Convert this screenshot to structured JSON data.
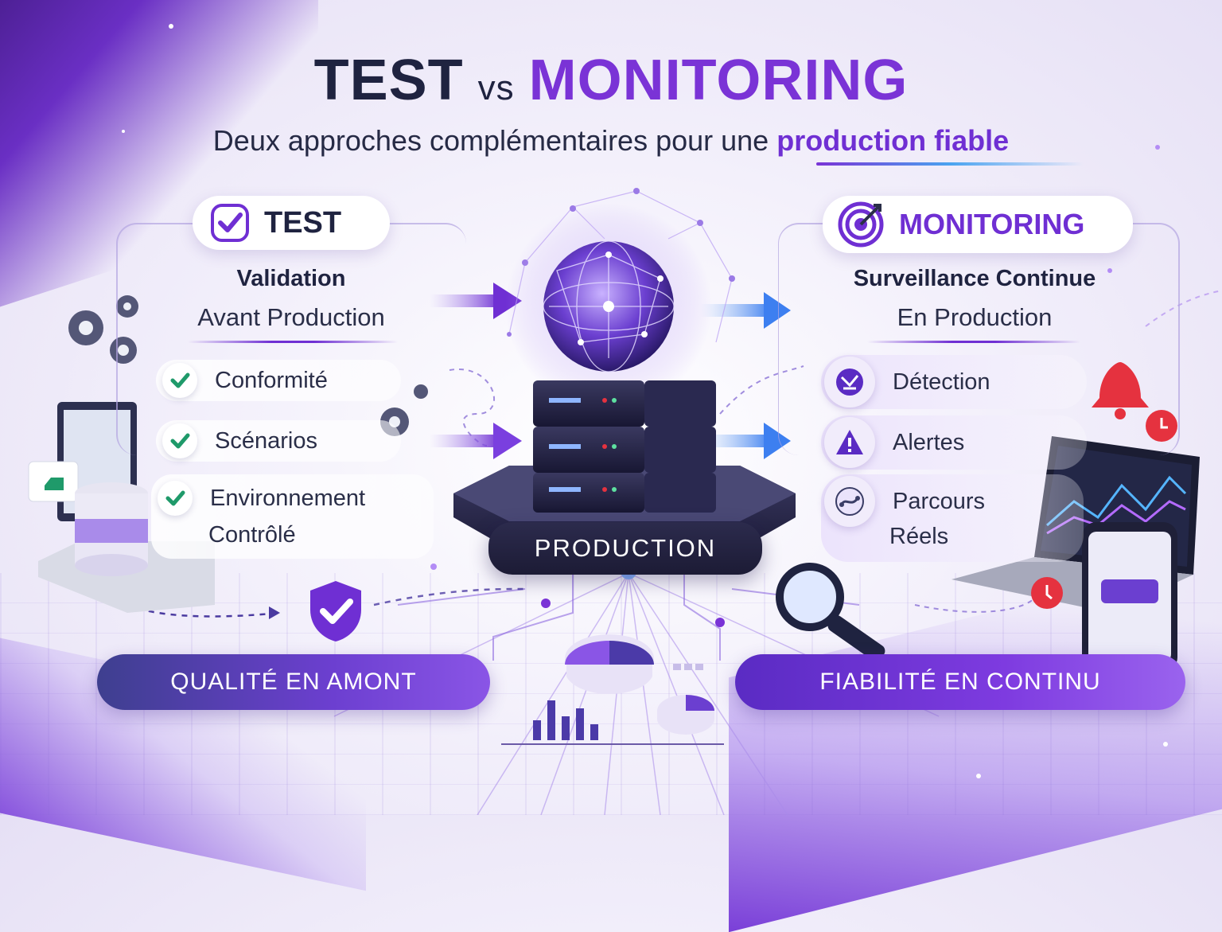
{
  "title": {
    "left": "TEST",
    "vs": "vs",
    "right": "MONITORING"
  },
  "subtitle": {
    "text": "Deux approches complémentaires pour une ",
    "highlight": "production fiable"
  },
  "test_panel": {
    "chip_label": "TEST",
    "heading": "Validation",
    "subheading": "Avant Production",
    "items": [
      "Conformité",
      "Scénarios",
      "Environnement",
      "Contrôlé"
    ]
  },
  "center": {
    "label": "PRODUCTION"
  },
  "monitoring_panel": {
    "chip_label": "MONITORING",
    "heading": "Surveillance Continue",
    "subheading": "En Production",
    "items": [
      "Détection",
      "Alertes",
      "Parcours",
      "Réels"
    ]
  },
  "bottom": {
    "left_label": "QUALITÉ EN AMONT",
    "right_label": "FIABILITÉ EN CONTINU"
  },
  "colors": {
    "dark": "#1f2340",
    "purple": "#7a33d6",
    "green_check": "#1f9a6a",
    "blue_arrow": "#3d7ff0",
    "alert_red": "#e5323f"
  },
  "icons": {
    "test_chip": "check-icon",
    "monitoring_chip": "target-icon",
    "monitoring_items": [
      "radar-icon",
      "warning-icon",
      "route-icon"
    ]
  }
}
